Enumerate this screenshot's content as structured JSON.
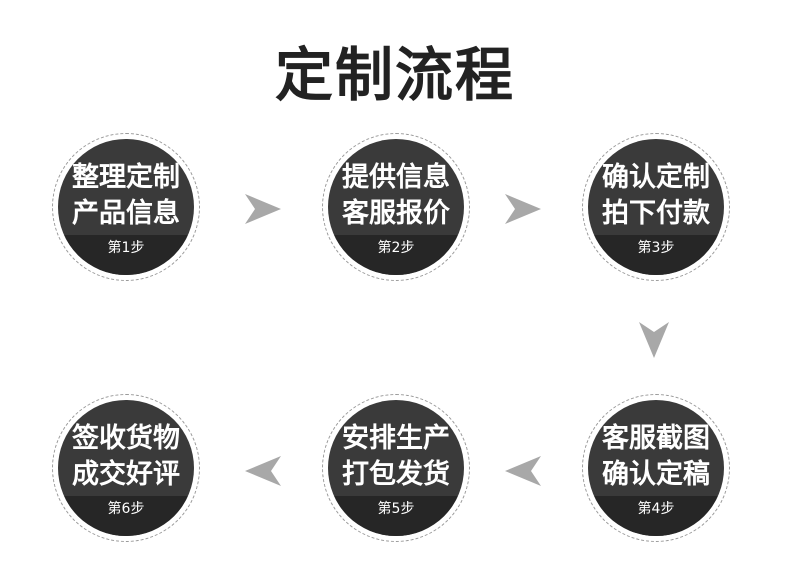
{
  "title": "定制流程",
  "steps": [
    {
      "line1": "整理定制",
      "line2": "产品信息",
      "label": "第1步"
    },
    {
      "line1": "提供信息",
      "line2": "客服报价",
      "label": "第2步"
    },
    {
      "line1": "确认定制",
      "line2": "拍下付款",
      "label": "第3步"
    },
    {
      "line1": "客服截图",
      "line2": "确认定稿",
      "label": "第4步"
    },
    {
      "line1": "安排生产",
      "line2": "打包发货",
      "label": "第5步"
    },
    {
      "line1": "签收货物",
      "line2": "成交好评",
      "label": "第6步"
    }
  ],
  "colors": {
    "circle": "#3a3a3a",
    "band": "#262626",
    "arrow": "#a8a8a8",
    "title": "#222222"
  }
}
